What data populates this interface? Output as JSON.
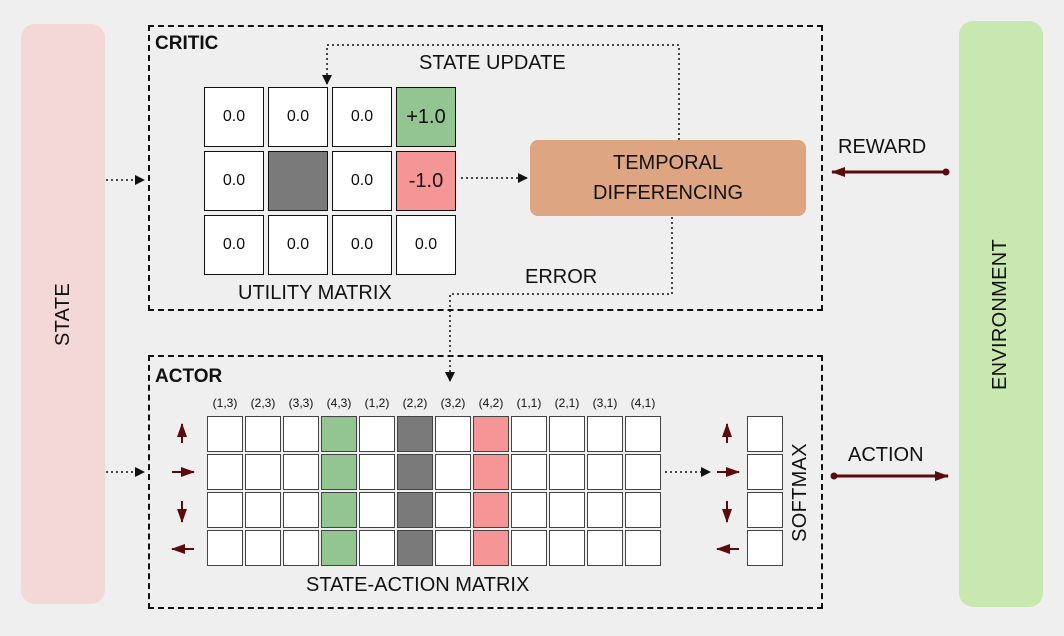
{
  "state_label": "STATE",
  "environment_label": "ENVIRONMENT",
  "critic": {
    "title": "CRITIC",
    "state_update_label": "STATE UPDATE",
    "utility_label": "UTILITY MATRIX",
    "error_label": "ERROR",
    "td_label": "TEMPORAL DIFFERENCING",
    "utility_matrix": [
      [
        "0.0",
        "0.0",
        "0.0",
        "+1.0"
      ],
      [
        "0.0",
        "",
        "0.0",
        "-1.0"
      ],
      [
        "0.0",
        "0.0",
        "0.0",
        "0.0"
      ]
    ]
  },
  "actor": {
    "title": "ACTOR",
    "columns": [
      "(1,3)",
      "(2,3)",
      "(3,3)",
      "(4,3)",
      "(1,2)",
      "(2,2)",
      "(3,2)",
      "(4,2)",
      "(1,1)",
      "(2,1)",
      "(3,1)",
      "(4,1)"
    ],
    "sa_label": "STATE-ACTION MATRIX",
    "softmax_label": "SOFTMAX",
    "action_arrows": [
      "up-arrow",
      "right-arrow",
      "down-arrow",
      "left-arrow"
    ]
  },
  "reward_label": "REWARD",
  "action_label": "ACTION",
  "colors": {
    "state_bg": "#f4d7d7",
    "env_bg": "#c8e8b0",
    "goal": "#93c590",
    "pit": "#f59596",
    "wall": "#7a7a7a",
    "td_bg": "#dda582",
    "arrow": "#5a0b0b"
  }
}
